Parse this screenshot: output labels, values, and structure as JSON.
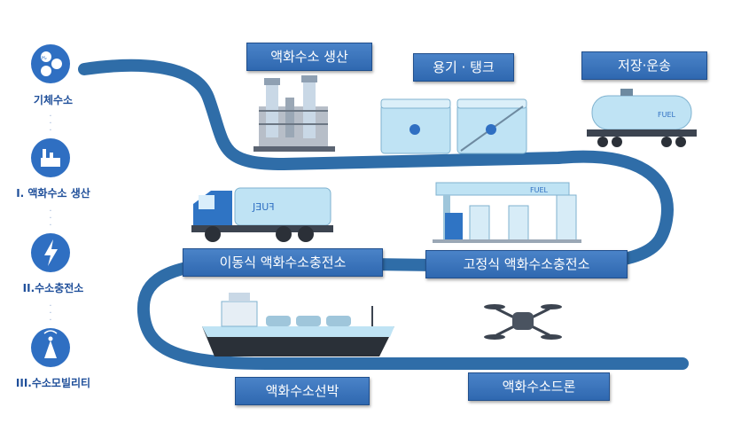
{
  "sidebar": {
    "steps": [
      {
        "label": "기체수소",
        "icon": "hydrogen-molecule-icon"
      },
      {
        "label": "I. 액화수소 생산",
        "icon": "factory-icon"
      },
      {
        "label": "II.수소충전소",
        "icon": "lightning-icon"
      },
      {
        "label": "III.수소모빌리티",
        "icon": "antenna-icon"
      }
    ]
  },
  "labels": {
    "production": "액화수소 생산",
    "tank": "용기 · 탱크",
    "storage": "저장·운송",
    "mobile_station": "이동식 액화수소충전소",
    "fixed_station": "고정식 액화수소충전소",
    "ship": "액화수소선박",
    "drone": "액화수소드론"
  },
  "text": {
    "h2_atom": "H₂",
    "fuel_word": "FUEL",
    "truck_fuel_mirrored": "JƎUꟻ"
  },
  "colors": {
    "road": "#2f6da8",
    "label_bg": "#3a75bd",
    "icon_circle": "#2f6fc2",
    "tank_blue": "#bfe3f4",
    "sidebar_text": "#1f4f9a"
  }
}
